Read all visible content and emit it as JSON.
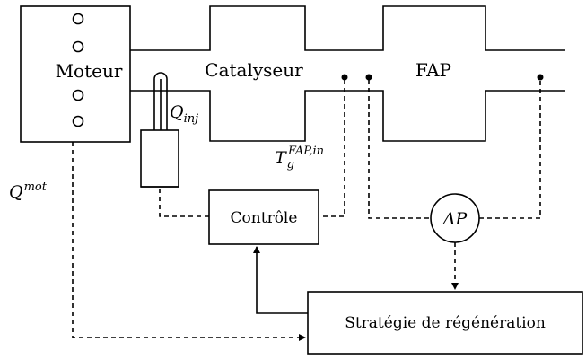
{
  "labels": {
    "moteur": "Moteur",
    "catalyseur": "Catalyseur",
    "fap": "FAP",
    "q_inj_base": "Q",
    "q_inj_sub": "inj",
    "t_base": "T",
    "t_sub": "g",
    "t_sup": "FAP,in",
    "q_mot_base": "Q",
    "q_mot_sup": "mot",
    "controle": "Contrôle",
    "delta_p": "ΔP",
    "strategie": "Stratégie de régénération"
  }
}
